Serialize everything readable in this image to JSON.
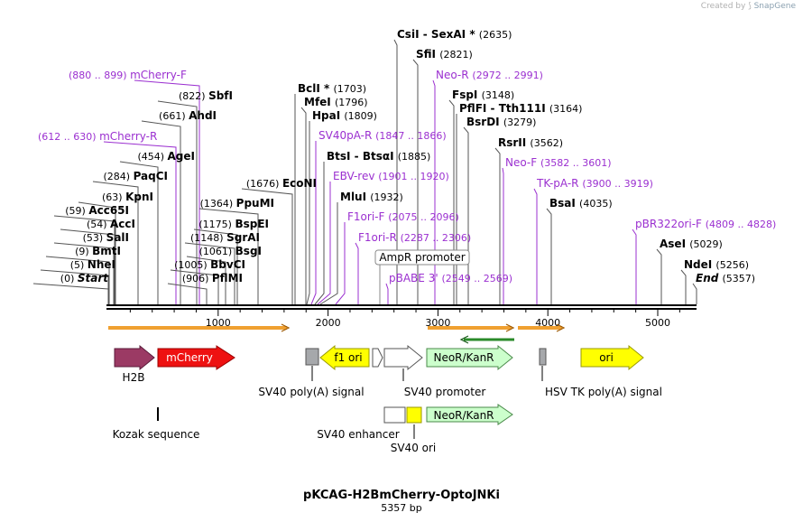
{
  "credit": {
    "prefix": "Created by",
    "brand": "SnapGene"
  },
  "title": "pKCAG-H2BmCherry-OptoJNKi",
  "length_label": "5357 bp",
  "ruler_ticks": [
    "1000",
    "2000",
    "3000",
    "4000",
    "5000"
  ],
  "colors": {
    "enzyme_text": "#000000",
    "primer_text": "#9b30d0",
    "backbone": "#000000",
    "orange": "#f0a030",
    "green": "#2a8a2a"
  },
  "sites": [
    {
      "name": "Start",
      "pos": "(0)",
      "italic": true,
      "kind": "enzyme"
    },
    {
      "name": "NheI",
      "pos": "(5)",
      "kind": "enzyme"
    },
    {
      "name": "BmtI",
      "pos": "(9)",
      "kind": "enzyme"
    },
    {
      "name": "SalI",
      "pos": "(53)",
      "kind": "enzyme"
    },
    {
      "name": "AccI",
      "pos": "(54)",
      "kind": "enzyme"
    },
    {
      "name": "Acc65I",
      "pos": "(59)",
      "kind": "enzyme"
    },
    {
      "name": "KpnI",
      "pos": "(63)",
      "kind": "enzyme"
    },
    {
      "name": "PaqCI",
      "pos": "(284)",
      "kind": "enzyme"
    },
    {
      "name": "AgeI",
      "pos": "(454)",
      "kind": "enzyme"
    },
    {
      "name": "mCherry-R",
      "pos": "(612 .. 630)",
      "kind": "primer"
    },
    {
      "name": "AhdI",
      "pos": "(661)",
      "kind": "enzyme"
    },
    {
      "name": "SbfI",
      "pos": "(822)",
      "kind": "enzyme"
    },
    {
      "name": "mCherry-F",
      "pos": "(880 .. 899)",
      "kind": "primer"
    },
    {
      "name": "PflMI",
      "pos": "(906)",
      "kind": "enzyme"
    },
    {
      "name": "BbvCI",
      "pos": "(1005)",
      "kind": "enzyme"
    },
    {
      "name": "BsgI",
      "pos": "(1061)",
      "kind": "enzyme"
    },
    {
      "name": "SgrAI",
      "pos": "(1148)",
      "kind": "enzyme"
    },
    {
      "name": "BspEI",
      "pos": "(1175)",
      "kind": "enzyme"
    },
    {
      "name": "PpuMI",
      "pos": "(1364)",
      "kind": "enzyme"
    },
    {
      "name": "EcoNI",
      "pos": "(1676)",
      "kind": "enzyme"
    },
    {
      "name": "BclI *",
      "pos": "(1703)",
      "kind": "enzyme"
    },
    {
      "name": "MfeI",
      "pos": "(1796)",
      "kind": "enzyme"
    },
    {
      "name": "HpaI",
      "pos": "(1809)",
      "kind": "enzyme"
    },
    {
      "name": "SV40pA-R",
      "pos": "(1847 .. 1866)",
      "kind": "primer"
    },
    {
      "name": "BtsI - BtsαI",
      "pos": "(1885)",
      "kind": "enzyme"
    },
    {
      "name": "EBV-rev",
      "pos": "(1901 .. 1920)",
      "kind": "primer"
    },
    {
      "name": "MluI",
      "pos": "(1932)",
      "kind": "enzyme"
    },
    {
      "name": "F1ori-F",
      "pos": "(2075 .. 2096)",
      "kind": "primer"
    },
    {
      "name": "F1ori-R",
      "pos": "(2287 .. 2306)",
      "kind": "primer"
    },
    {
      "name": "AmpR promoter",
      "pos": "",
      "kind": "boxed"
    },
    {
      "name": "pBABE 3'",
      "pos": "(2549 .. 2569)",
      "kind": "primer"
    },
    {
      "name": "CsiI - SexAI *",
      "pos": "(2635)",
      "kind": "enzyme"
    },
    {
      "name": "SfiI",
      "pos": "(2821)",
      "kind": "enzyme"
    },
    {
      "name": "Neo-R",
      "pos": "(2972 .. 2991)",
      "kind": "primer"
    },
    {
      "name": "FspI",
      "pos": "(3148)",
      "kind": "enzyme"
    },
    {
      "name": "PflFI - Tth111I",
      "pos": "(3164)",
      "kind": "enzyme"
    },
    {
      "name": "BsrDI",
      "pos": "(3279)",
      "kind": "enzyme"
    },
    {
      "name": "RsrII",
      "pos": "(3562)",
      "kind": "enzyme"
    },
    {
      "name": "Neo-F",
      "pos": "(3582 .. 3601)",
      "kind": "primer"
    },
    {
      "name": "TK-pA-R",
      "pos": "(3900 .. 3919)",
      "kind": "primer"
    },
    {
      "name": "BsaI",
      "pos": "(4035)",
      "kind": "enzyme"
    },
    {
      "name": "pBR322ori-F",
      "pos": "(4809 .. 4828)",
      "kind": "primer"
    },
    {
      "name": "AseI",
      "pos": "(5029)",
      "kind": "enzyme"
    },
    {
      "name": "NdeI",
      "pos": "(5256)",
      "kind": "enzyme"
    },
    {
      "name": "End",
      "pos": "(5357)",
      "italic": true,
      "kind": "enzyme"
    }
  ],
  "features": [
    {
      "name": "H2B",
      "label": "",
      "caption": "H2B",
      "color": "#9b3a64"
    },
    {
      "name": "mCherry",
      "label": "mCherry",
      "caption": "",
      "color": "#ee1111"
    },
    {
      "name": "SV40 poly(A) signal",
      "label": "",
      "caption": "SV40 poly(A) signal",
      "color": "#a6a8ab"
    },
    {
      "name": "f1 ori",
      "label": "f1 ori",
      "caption": "",
      "color": "#ffff00"
    },
    {
      "name": "AmpR promoter",
      "label": "",
      "caption": "",
      "color": "#ffffff"
    },
    {
      "name": "SV40 promoter",
      "label": "",
      "caption": "SV40 promoter",
      "color": "#ffffff"
    },
    {
      "name": "NeoR/KanR",
      "label": "NeoR/KanR",
      "caption": "",
      "color": "#ccffcc"
    },
    {
      "name": "HSV TK poly(A) signal",
      "label": "",
      "caption": "HSV TK poly(A) signal",
      "color": "#a6a8ab"
    },
    {
      "name": "ori",
      "label": "ori",
      "caption": "",
      "color": "#ffff00"
    },
    {
      "name": "Kozak sequence",
      "label": "",
      "caption": "Kozak sequence",
      "color": "#000000"
    },
    {
      "name": "SV40 enhancer",
      "label": "",
      "caption": "SV40 enhancer",
      "color": "#ffffff"
    },
    {
      "name": "SV40 ori",
      "label": "",
      "caption": "SV40 ori",
      "color": "#ffff00"
    },
    {
      "name": "NeoR/KanR-2",
      "label": "NeoR/KanR",
      "caption": "",
      "color": "#ccffcc"
    }
  ]
}
